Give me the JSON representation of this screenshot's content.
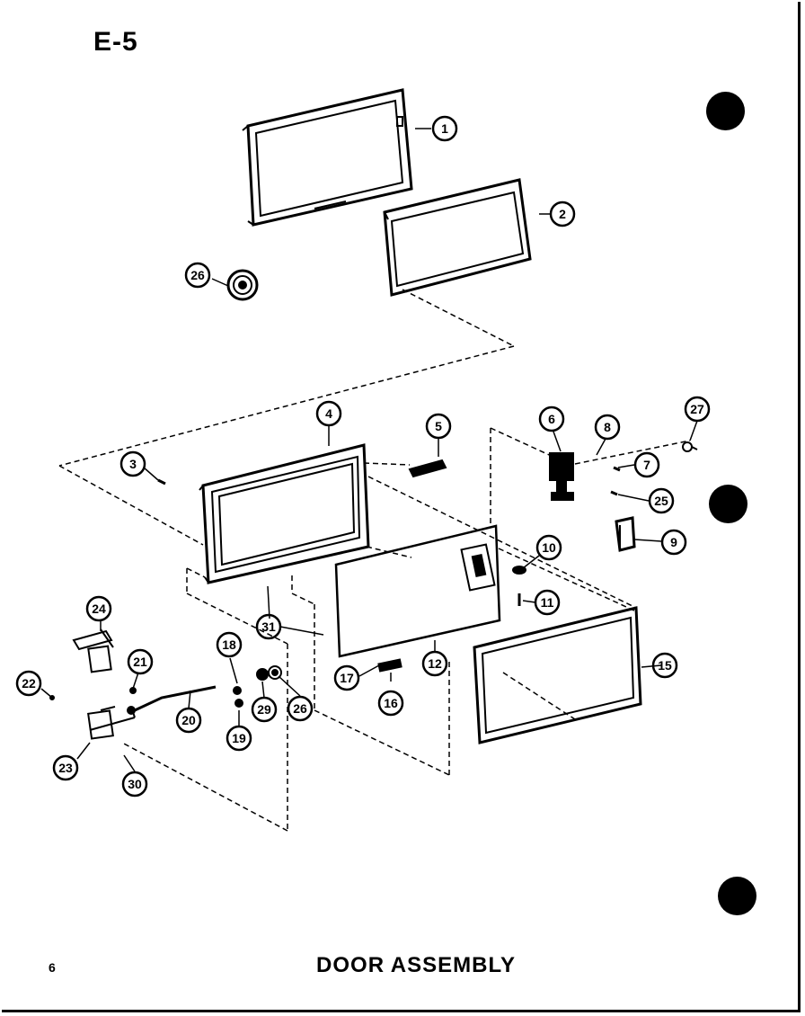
{
  "page_code": "E-5",
  "page_number": "6",
  "title": "DOOR ASSEMBLY",
  "callouts": {
    "c1": "1",
    "c2": "2",
    "c3": "3",
    "c4": "4",
    "c5": "5",
    "c6": "6",
    "c7": "7",
    "c8": "8",
    "c9": "9",
    "c10": "10",
    "c11": "11",
    "c12": "12",
    "c15": "15",
    "c16": "16",
    "c17": "17",
    "c18": "18",
    "c19": "19",
    "c20": "20",
    "c21": "21",
    "c22": "22",
    "c23": "23",
    "c24": "24",
    "c25": "25",
    "c26a": "26",
    "c26b": "26",
    "c27": "27",
    "c29": "29",
    "c30": "30",
    "c31": "31"
  },
  "colors": {
    "ink": "#000000",
    "paper": "#ffffff"
  }
}
